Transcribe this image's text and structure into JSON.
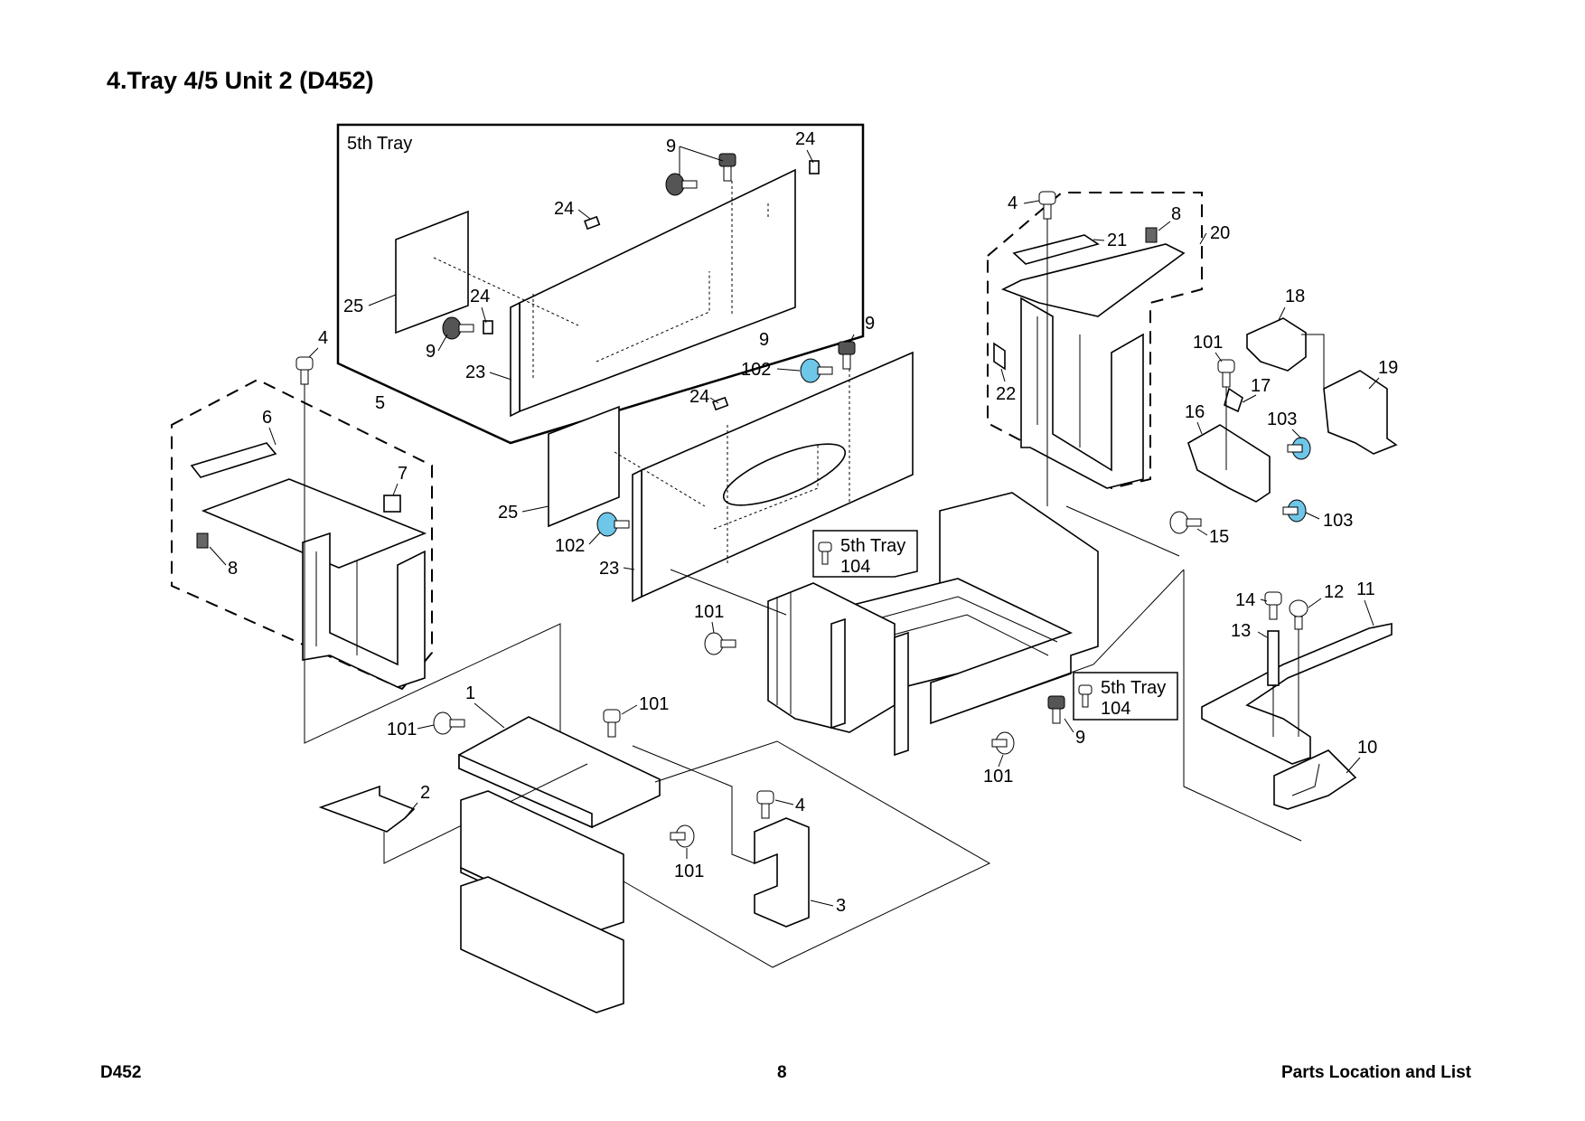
{
  "page": {
    "title": "4.Tray 4/5 Unit 2 (D452)",
    "footer_left": "D452",
    "footer_center": "8",
    "footer_right": "Parts Location and List"
  },
  "diagram": {
    "inset_label": "5th Tray",
    "callouts": {
      "c1": "1",
      "c2": "2",
      "c3": "3",
      "c4a": "4",
      "c4b": "4",
      "c4c": "4",
      "c5": "5",
      "c6": "6",
      "c7": "7",
      "c8a": "8",
      "c8b": "8",
      "c9a": "9",
      "c9b": "9",
      "c9c": "9",
      "c9d": "9",
      "c10": "10",
      "c11": "11",
      "c12": "12",
      "c13": "13",
      "c14": "14",
      "c15": "15",
      "c16": "16",
      "c17": "17",
      "c18": "18",
      "c19": "19",
      "c20": "20",
      "c21": "21",
      "c22": "22",
      "c23a": "23",
      "c23b": "23",
      "c24a": "24",
      "c24b": "24",
      "c24c": "24",
      "c24d": "24",
      "c25a": "25",
      "c25b": "25",
      "c101a": "101",
      "c101b": "101",
      "c101c": "101",
      "c101d": "101",
      "c101e": "101",
      "c101f": "101",
      "c102a": "102",
      "c102b": "102",
      "c103a": "103",
      "c103b": "103"
    },
    "note_box_1": {
      "label": "5th Tray",
      "part": "104"
    },
    "note_box_2": {
      "label": "5th Tray",
      "part": "104"
    },
    "colors": {
      "line": "#000000",
      "highlight_screw": "#6ec6e8",
      "dark_screw": "#555555"
    }
  }
}
